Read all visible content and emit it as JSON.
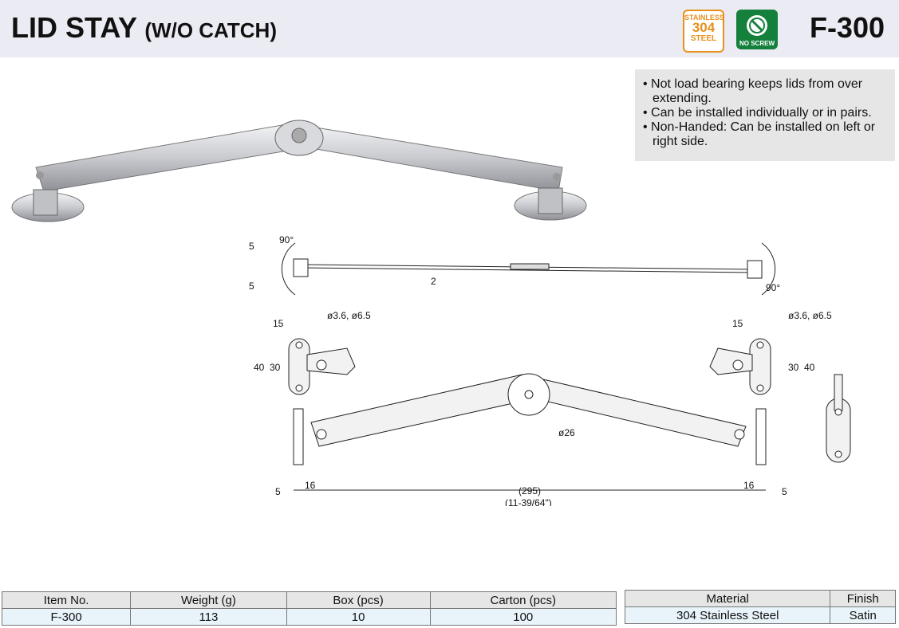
{
  "header": {
    "title_main": "LID STAY",
    "title_sub": "(W/O CATCH)",
    "model": "F-300",
    "badge_steel": {
      "line1": "STAINLESS",
      "line2": "304",
      "line3": "STEEL"
    },
    "badge_screw": "NO SCREW"
  },
  "features": [
    "• Not load bearing keeps lids from over extending.",
    "• Can be installed individually or in pairs.",
    "• Non-Handed: Can be installed on left or right side."
  ],
  "drawing": {
    "angle_90": "90°",
    "dim_5": "5",
    "dim_2": "2",
    "hole": "ø3.6, ø6.5",
    "dim_15": "15",
    "dim_40": "40",
    "dim_30": "30",
    "pivot": "ø26",
    "dim_16": "16",
    "span": "(295)",
    "span_in": "(11-39/64\")"
  },
  "table_main": {
    "headers": [
      "Item No.",
      "Weight (g)",
      "Box (pcs)",
      "Carton (pcs)"
    ],
    "row": [
      "F-300",
      "113",
      "10",
      "100"
    ]
  },
  "table_material": {
    "headers": [
      "Material",
      "Finish"
    ],
    "row": [
      "304 Stainless Steel",
      "Satin"
    ]
  },
  "colors": {
    "header_bg": "#ebebf3",
    "steel_badge": "#e8901c",
    "screw_badge": "#14803c",
    "table_cell": "#e8f4fa"
  }
}
